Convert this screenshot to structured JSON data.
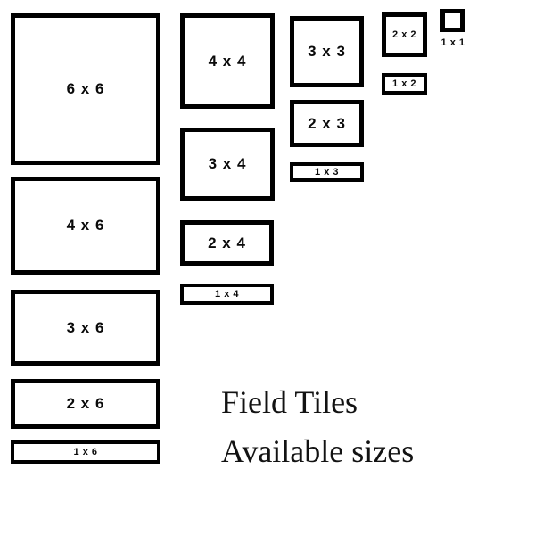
{
  "title": {
    "line1": "Field Tiles",
    "line2": "Available sizes"
  },
  "tiles": [
    {
      "label": "6 x 6",
      "cols": 6,
      "rows": 6
    },
    {
      "label": "4 x 6",
      "cols": 6,
      "rows": 4
    },
    {
      "label": "3 x 6",
      "cols": 6,
      "rows": 3
    },
    {
      "label": "2 x 6",
      "cols": 6,
      "rows": 2
    },
    {
      "label": "1 x 6",
      "cols": 6,
      "rows": 1
    },
    {
      "label": "4 x 4",
      "cols": 4,
      "rows": 4
    },
    {
      "label": "3 x 4",
      "cols": 4,
      "rows": 3
    },
    {
      "label": "2 x 4",
      "cols": 4,
      "rows": 2
    },
    {
      "label": "1 x 4",
      "cols": 4,
      "rows": 1
    },
    {
      "label": "3 x 3",
      "cols": 3,
      "rows": 3
    },
    {
      "label": "2 x 3",
      "cols": 3,
      "rows": 2
    },
    {
      "label": "1 x 3",
      "cols": 3,
      "rows": 1
    },
    {
      "label": "2 x 2",
      "cols": 2,
      "rows": 2
    },
    {
      "label": "1 x 2",
      "cols": 2,
      "rows": 1
    },
    {
      "label": "1 x 1",
      "cols": 1,
      "rows": 1
    }
  ],
  "colors": {
    "border": "#000000",
    "background": "#ffffff",
    "text": "#0a0a0a"
  }
}
